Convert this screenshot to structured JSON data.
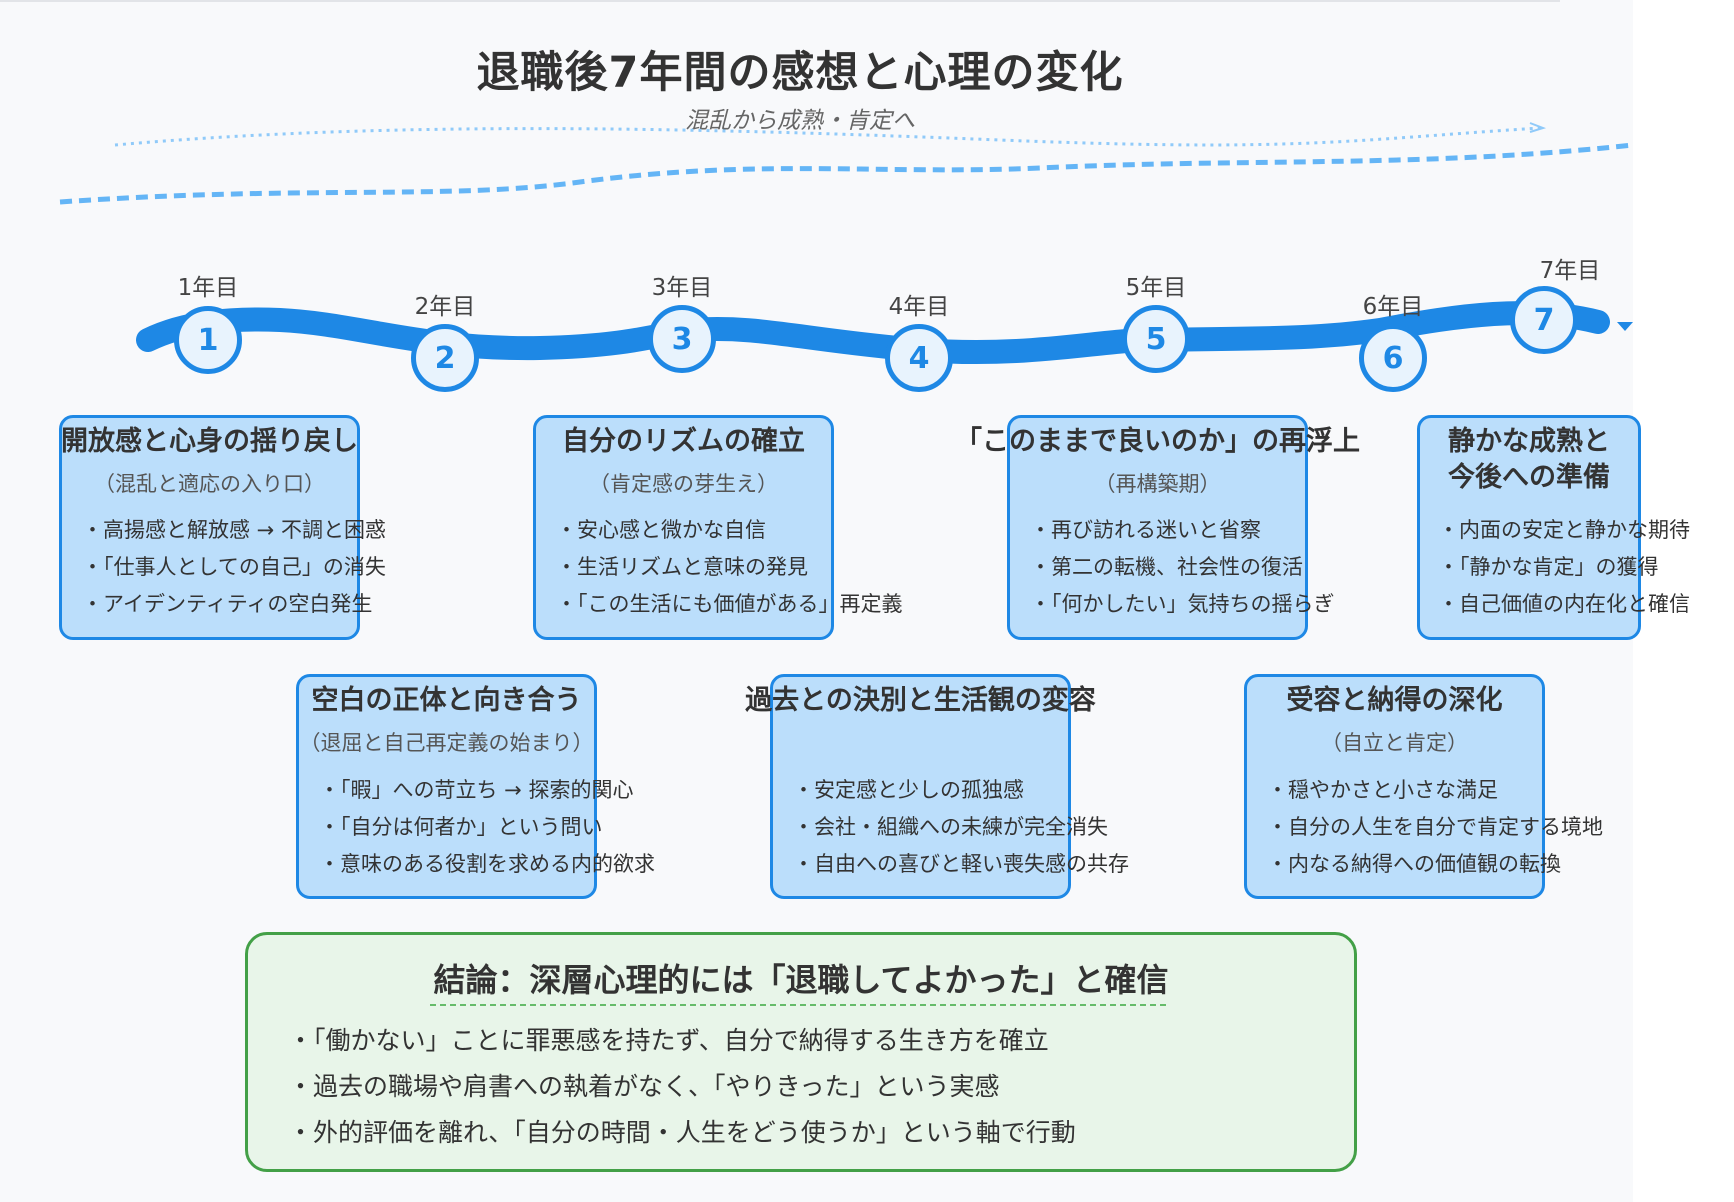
{
  "title": "退職後7年間の感想と心理の変化",
  "subtitle": "混乱から成熟・肯定へ",
  "colors": {
    "timeline": "#1e88e5",
    "card_fill": "#bbdefb",
    "node_fill": "#e8f3fd",
    "wave_dashed": "#64b5f6",
    "wave_dotted": "#90caf9",
    "conclusion_border": "#43a047",
    "conclusion_fill": "#e8f5e9"
  },
  "timeline": {
    "years": [
      {
        "label": "1年目",
        "number": "1"
      },
      {
        "label": "2年目",
        "number": "2"
      },
      {
        "label": "3年目",
        "number": "3"
      },
      {
        "label": "4年目",
        "number": "4"
      },
      {
        "label": "5年目",
        "number": "5"
      },
      {
        "label": "6年目",
        "number": "6"
      },
      {
        "label": "7年目",
        "number": "7"
      }
    ]
  },
  "stages": [
    {
      "title": "開放感と心身の揺り戻し",
      "subtitle": "（混乱と適応の入り口）",
      "items": [
        "・高揚感と解放感 → 不調と困惑",
        "・「仕事人としての自己」の消失",
        "・アイデンティティの空白発生"
      ]
    },
    {
      "title": "空白の正体と向き合う",
      "subtitle": "（退屈と自己再定義の始まり）",
      "items": [
        "・「暇」への苛立ち → 探索的関心",
        "・「自分は何者か」という問い",
        "・意味のある役割を求める内的欲求"
      ]
    },
    {
      "title": "自分のリズムの確立",
      "subtitle": "（肯定感の芽生え）",
      "items": [
        "・安心感と微かな自信",
        "・生活リズムと意味の発見",
        "・「この生活にも価値がある」再定義"
      ]
    },
    {
      "title": "過去との決別と生活観の変容",
      "subtitle": "",
      "items": [
        "・安定感と少しの孤独感",
        "・会社・組織への未練が完全消失",
        "・自由への喜びと軽い喪失感の共存"
      ]
    },
    {
      "title": "「このままで良いのか」の再浮上",
      "subtitle": "（再構築期）",
      "items": [
        "・再び訪れる迷いと省察",
        "・第二の転機、社会性の復活",
        "・「何かしたい」気持ちの揺らぎ"
      ]
    },
    {
      "title": "受容と納得の深化",
      "subtitle": "（自立と肯定）",
      "items": [
        "・穏やかさと小さな満足",
        "・自分の人生を自分で肯定する境地",
        "・内なる納得への価値観の転換"
      ]
    },
    {
      "title_line1": "静かな成熟と",
      "title_line2": "今後への準備",
      "subtitle": "",
      "items": [
        "・内面の安定と静かな期待",
        "・「静かな肯定」の獲得",
        "・自己価値の内在化と確信"
      ]
    }
  ],
  "conclusion": {
    "title": "結論：深層心理的には「退職してよかった」と確信",
    "items": [
      "・「働かない」ことに罪悪感を持たず、自分で納得する生き方を確立",
      "・過去の職場や肩書への執着がなく、「やりきった」という実感",
      "・外的評価を離れ、「自分の時間・人生をどう使うか」という軸で行動"
    ]
  }
}
